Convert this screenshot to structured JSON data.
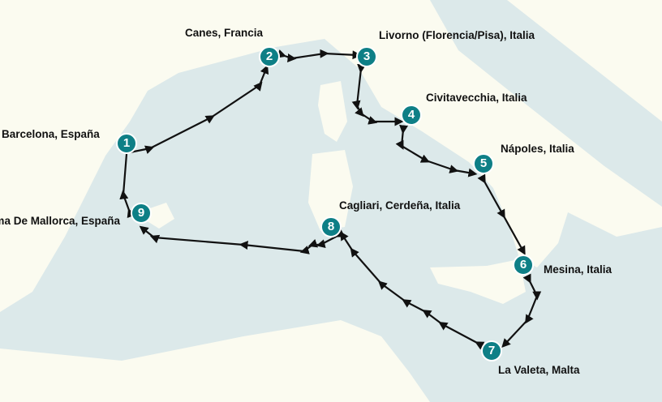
{
  "map": {
    "colors": {
      "sea": "#dce9ea",
      "land": "#fbfbf0",
      "marker": "#0e7f86",
      "route": "#111111"
    },
    "stops": [
      {
        "number": "1",
        "label": "Barcelona, España"
      },
      {
        "number": "2",
        "label": "Canes, Francia"
      },
      {
        "number": "3",
        "label": "Livorno (Florencia/Pisa), Italia"
      },
      {
        "number": "4",
        "label": "Civitavecchia, Italia"
      },
      {
        "number": "5",
        "label": "Nápoles, Italia"
      },
      {
        "number": "6",
        "label": "Mesina, Italia"
      },
      {
        "number": "7",
        "label": "La Valeta, Malta"
      },
      {
        "number": "8",
        "label": "Cagliari, Cerdeña, Italia"
      },
      {
        "number": "9",
        "label": "Palma De Mallorca, España"
      }
    ]
  }
}
